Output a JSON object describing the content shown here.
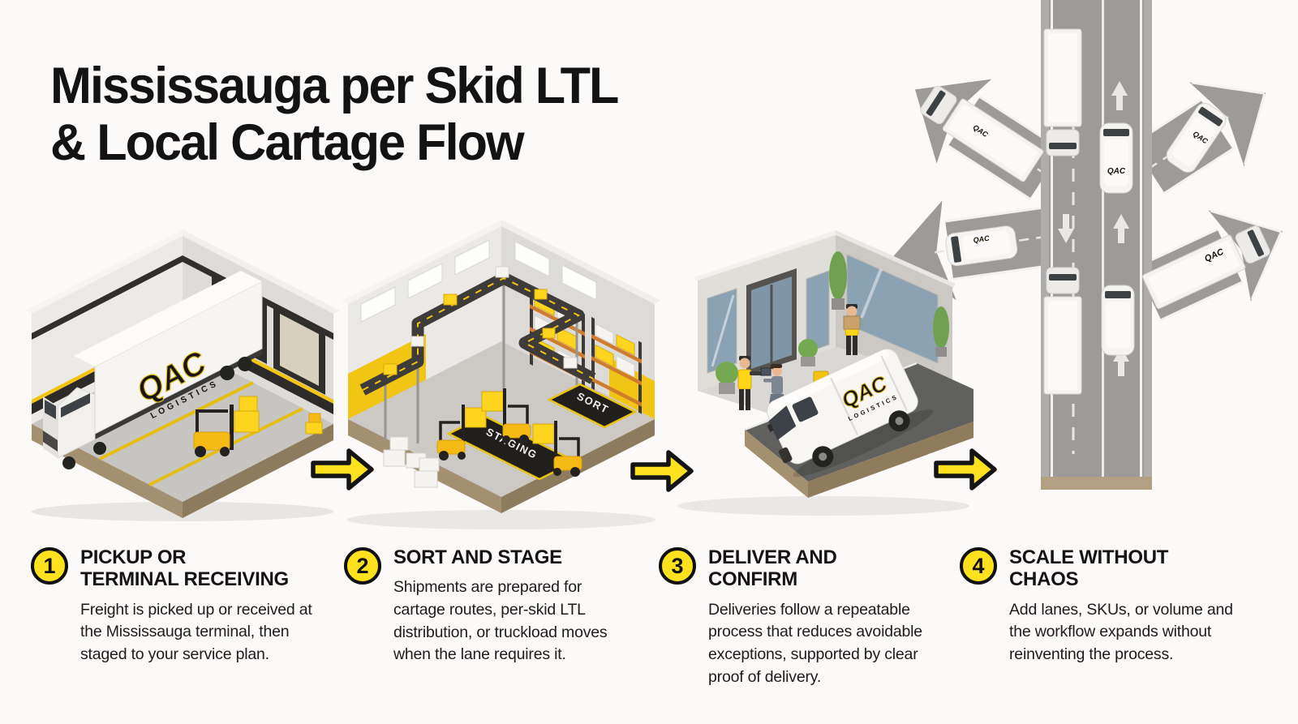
{
  "title": {
    "line1": "Mississauga per Skid LTL",
    "line2": "& Local Cartage Flow"
  },
  "brand": {
    "name": "QAC",
    "sub": "LOGISTICS"
  },
  "warehouse_labels": {
    "staging": "STAGING",
    "sort": "SORT"
  },
  "steps": [
    {
      "number": "1",
      "heading_line1": "PICKUP OR",
      "heading_line2": "TERMINAL RECEIVING",
      "body": "Freight is picked up or received at the Mississauga terminal, then staged to your service plan."
    },
    {
      "number": "2",
      "heading_line1": "SORT AND STAGE",
      "heading_line2": "",
      "body": "Shipments are prepared for cartage routes, per-skid LTL distribution, or truckload moves when the lane requires it."
    },
    {
      "number": "3",
      "heading_line1": "DELIVER AND",
      "heading_line2": "CONFIRM",
      "body": "Deliveries follow a repeatable process that reduces avoidable exceptions, supported by clear proof of delivery."
    },
    {
      "number": "4",
      "heading_line1": "SCALE WITHOUT",
      "heading_line2": "CHAOS",
      "body": "Add lanes, SKUs, or volume and the workflow expands without reinventing the process."
    }
  ],
  "colors": {
    "accent_yellow": "#FFE11E",
    "outline_black": "#141414",
    "text_dark": "#1C1C1C",
    "background": "#FBFAF8"
  }
}
